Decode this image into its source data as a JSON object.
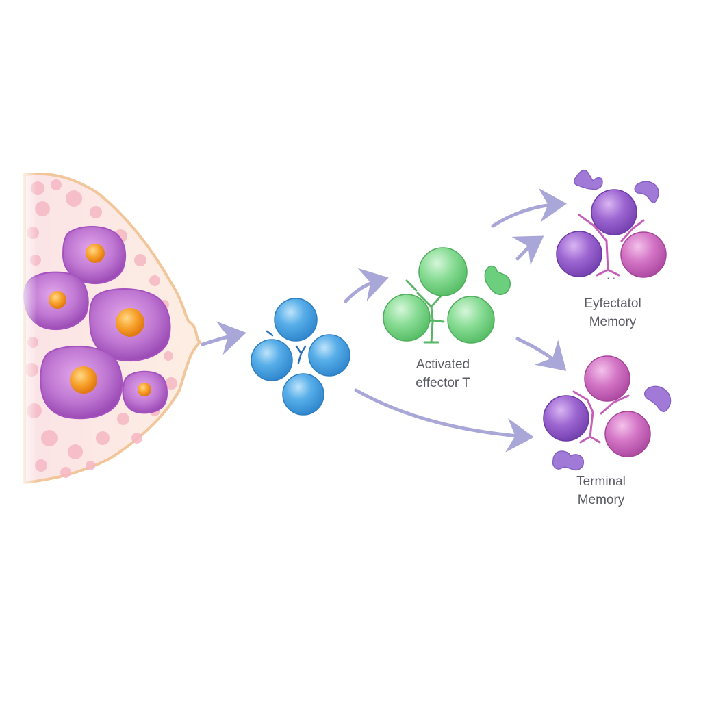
{
  "labels": {
    "activated_line1": "Activated",
    "activated_line2": "effector T",
    "effector_memory_line1": "Eyfectatol",
    "effector_memory_line2": "Memory",
    "terminal_memory_line1": "Terminal",
    "terminal_memory_line2": "Memory"
  },
  "colors": {
    "tissue_cell": "#b25fc9",
    "tissue_nucleus": "#f39a1c",
    "naive_t_cell": "#3b97dc",
    "activated_t_cell": "#6ccf7e",
    "memory_purple": "#8a55c4",
    "memory_magenta": "#c75bb6",
    "arrow": "#a9a6d8"
  }
}
